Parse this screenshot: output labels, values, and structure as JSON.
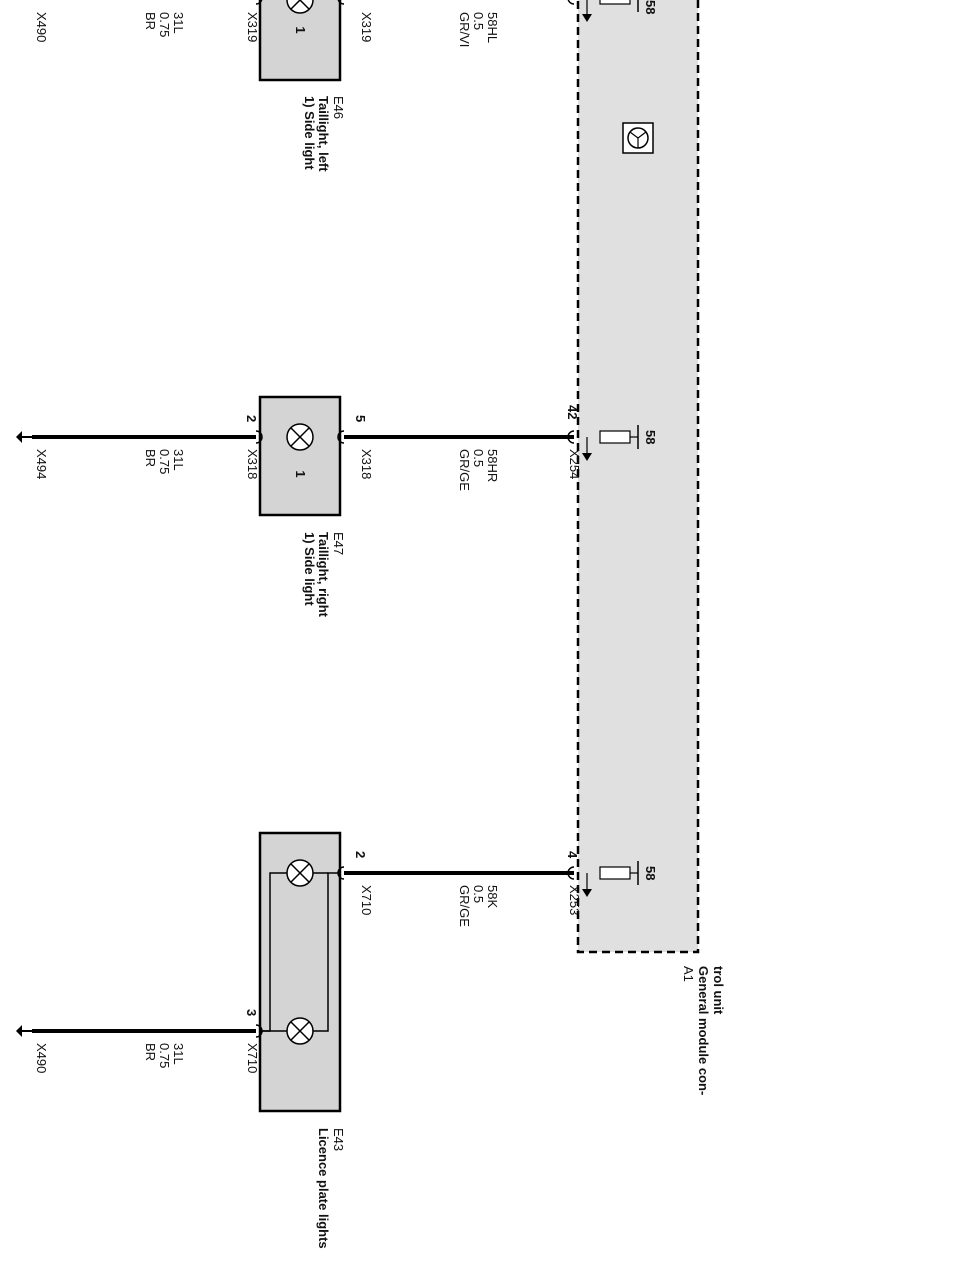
{
  "module": {
    "id": "A1",
    "name_line1": "General module con-",
    "name_line2": "trol unit",
    "fill": "#e0e0e0"
  },
  "circuits": [
    {
      "id": "e46",
      "component": {
        "id": "E46",
        "desc_line1": "Taillight, left",
        "desc_line2": "1) Side light",
        "bulb_label": "1"
      },
      "ground": {
        "id": "X490",
        "wire": "31L",
        "size": "0.75",
        "color": "BR",
        "pin": "",
        "connector": "X319"
      },
      "feed": {
        "signal": "58HL",
        "size": "0.5",
        "color": "GR/VI",
        "pin": "",
        "connector": "X319",
        "module_pin": "",
        "module_connector": "",
        "fuse_label": "58"
      }
    },
    {
      "id": "e47",
      "component": {
        "id": "E47",
        "desc_line1": "Taillight, right",
        "desc_line2": "1) Side light",
        "bulb_label": "1"
      },
      "ground": {
        "id": "X494",
        "wire": "31L",
        "size": "0.75",
        "color": "BR",
        "pin": "2",
        "connector": "X318"
      },
      "feed": {
        "signal": "58HR",
        "size": "0.5",
        "color": "GR/GE",
        "pin": "5",
        "connector": "X318",
        "module_pin": "42",
        "module_connector": "X254",
        "fuse_label": "58"
      }
    },
    {
      "id": "e43",
      "component": {
        "id": "E43",
        "desc_line1": "Licence plate lights",
        "desc_line2": "",
        "bulb_label": ""
      },
      "ground": {
        "id": "X490",
        "wire": "31L",
        "size": "0.75",
        "color": "BR",
        "pin": "3",
        "connector": "X710"
      },
      "feed": {
        "signal": "58K",
        "size": "0.5",
        "color": "GR/GE",
        "pin": "2",
        "connector": "X710",
        "module_pin": "4",
        "module_connector": "X253",
        "fuse_label": "58"
      }
    }
  ]
}
